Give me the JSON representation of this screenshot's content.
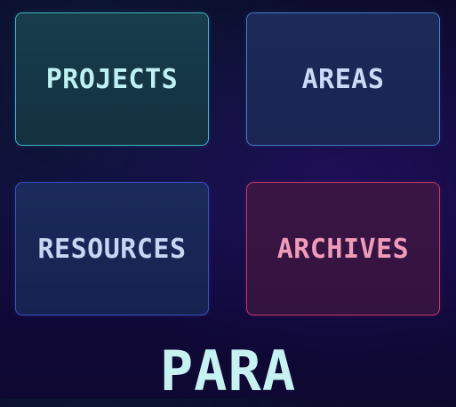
{
  "cards": [
    {
      "label": "PROJECTS"
    },
    {
      "label": "AREAS"
    },
    {
      "label": "RESOURCES"
    },
    {
      "label": "ARCHIVES"
    }
  ],
  "title": "PARA",
  "colors": {
    "projects_border": "#3fb3c4",
    "areas_border": "#3f7fc6",
    "resources_border": "#3a4fc2",
    "archives_border": "#c23a66",
    "archives_text": "#f19bbb",
    "title_text": "#c6f2f2"
  }
}
